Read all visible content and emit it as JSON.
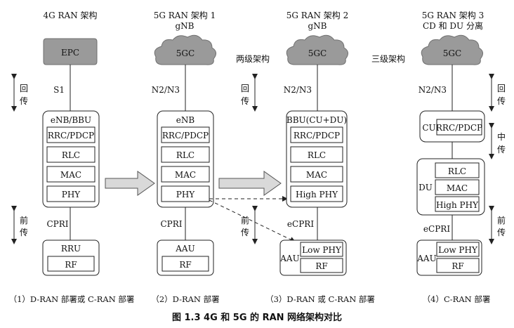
{
  "columns": {
    "c1": {
      "title": "4G RAN 架构",
      "core": "EPC",
      "iface": "S1",
      "node": "eNB/BBU",
      "layers": [
        "RRC/PDCP",
        "RLC",
        "MAC",
        "PHY"
      ],
      "fronthaul": "CPRI",
      "ru": "RRU",
      "rf": "RF",
      "caption": "（1）D-RAN 部署或 C-RAN 部署"
    },
    "c2": {
      "title1": "5G RAN 架构 1",
      "title2": "gNB",
      "core": "5GC",
      "iface": "N2/N3",
      "node": "eNB",
      "layers": [
        "RRC/PDCP",
        "RLC",
        "MAC",
        "PHY"
      ],
      "fronthaul": "CPRI",
      "ru": "AAU",
      "rf": "RF",
      "caption": "（2）D-RAN 部署"
    },
    "c3": {
      "title1": "5G RAN 架构 2",
      "title2": "gNB",
      "core": "5GC",
      "iface": "N2/N3",
      "node": "BBU(CU+DU)",
      "layers": [
        "RRC/PDCP",
        "RLC",
        "MAC",
        "High PHY"
      ],
      "fronthaul": "eCPRI",
      "ru": "AAU",
      "low_phy": "Low PHY",
      "rf": "RF",
      "caption": "（3）D-RAN 或 C-RAN 部署"
    },
    "c4": {
      "title1": "5G RAN 架构 3",
      "title2": "CD 和 DU 分离",
      "core": "5GC",
      "iface": "N2/N3",
      "cu": "CU",
      "cu_layer": "RRC/PDCP",
      "du": "DU",
      "du_layers": [
        "RLC",
        "MAC",
        "High PHY"
      ],
      "fronthaul": "eCPRI",
      "ru": "AAU",
      "low_phy": "Low PHY",
      "rf": "RF",
      "caption": "（4）C-RAN 部署"
    }
  },
  "labels": {
    "two_level": "两级架构",
    "three_level": "三级架构",
    "backhaul_a": "回",
    "backhaul_b": "传",
    "midhaul_a": "中",
    "midhaul_b": "传",
    "fronthaul_a": "前",
    "fronthaul_b": "传"
  },
  "figure_caption": "图 1.3   4G 和 5G 的 RAN 网络架构对比"
}
